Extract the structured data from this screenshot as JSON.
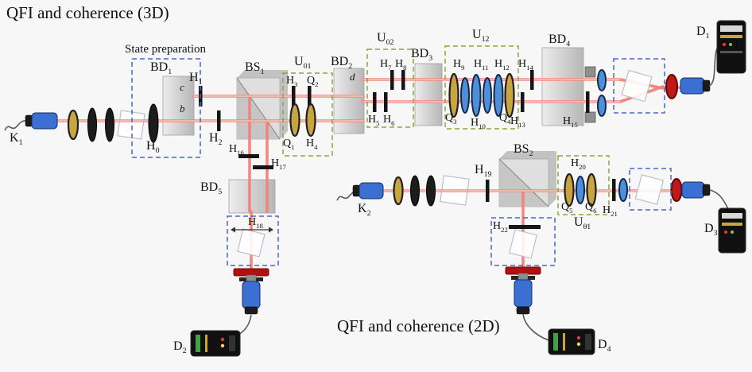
{
  "titles": {
    "top": "QFI and coherence (3D)",
    "bottom": "QFI and coherence (2D)"
  },
  "labels": {
    "state_preparation": "State preparation",
    "port_c": "c",
    "port_b": "b",
    "port_d": "d",
    "k1": {
      "base": "K",
      "sub": "1"
    },
    "k2": {
      "base": "K",
      "sub": "2"
    },
    "d1": {
      "base": "D",
      "sub": "1"
    },
    "d2": {
      "base": "D",
      "sub": "2"
    },
    "d3": {
      "base": "D",
      "sub": "3"
    },
    "d4": {
      "base": "D",
      "sub": "4"
    },
    "bd1": {
      "base": "BD",
      "sub": "1"
    },
    "bd2": {
      "base": "BD",
      "sub": "2"
    },
    "bd3": {
      "base": "BD",
      "sub": "3"
    },
    "bd4": {
      "base": "BD",
      "sub": "4"
    },
    "bd5": {
      "base": "BD",
      "sub": "5"
    },
    "bs1": {
      "base": "BS",
      "sub": "1"
    },
    "bs2": {
      "base": "BS",
      "sub": "2"
    },
    "u01": {
      "base": "U",
      "sub": "01"
    },
    "u02": {
      "base": "U",
      "sub": "02"
    },
    "u12": {
      "base": "U",
      "sub": "12"
    },
    "utheta1": {
      "base": "U",
      "sub": "θ1"
    },
    "h0": {
      "base": "H",
      "sub": "0"
    },
    "h1": {
      "base": "H",
      "sub": "1"
    },
    "h2": {
      "base": "H",
      "sub": "2"
    },
    "h3": {
      "base": "H",
      "sub": "3"
    },
    "h4": {
      "base": "H",
      "sub": "4"
    },
    "h5": {
      "base": "H",
      "sub": "5"
    },
    "h6": {
      "base": "H",
      "sub": "6"
    },
    "h7": {
      "base": "H",
      "sub": "7"
    },
    "h8": {
      "base": "H",
      "sub": "8"
    },
    "h9": {
      "base": "H",
      "sub": "9"
    },
    "h10": {
      "base": "H",
      "sub": "10"
    },
    "h11": {
      "base": "H",
      "sub": "11"
    },
    "h12": {
      "base": "H",
      "sub": "12"
    },
    "h13": {
      "base": "H",
      "sub": "13"
    },
    "h14": {
      "base": "H",
      "sub": "14"
    },
    "h15": {
      "base": "H",
      "sub": "15"
    },
    "h16": {
      "base": "H",
      "sub": "16"
    },
    "h17": {
      "base": "H",
      "sub": "17"
    },
    "h18": {
      "base": "H",
      "sub": "18"
    },
    "h19": {
      "base": "H",
      "sub": "19"
    },
    "h20": {
      "base": "H",
      "sub": "20"
    },
    "h21": {
      "base": "H",
      "sub": "21"
    },
    "h22": {
      "base": "H",
      "sub": "22"
    },
    "q1": {
      "base": "Q",
      "sub": "1"
    },
    "q2": {
      "base": "Q",
      "sub": "2"
    },
    "q3": {
      "base": "Q",
      "sub": "3"
    },
    "q4": {
      "base": "Q",
      "sub": "4"
    },
    "q5": {
      "base": "Q",
      "sub": "5"
    },
    "q6": {
      "base": "Q",
      "sub": "6"
    }
  },
  "colors": {
    "background": "#f7f7f7",
    "label_text": "#111111",
    "beam": "#f2827a",
    "beam_core": "#fcd3cf",
    "gold": "#c9a53f",
    "blue_lens": "#4f8fd9",
    "dashed_blue": "#4a66c8",
    "dashed_green": "#8aa73c",
    "filter_red": "#c01818",
    "coupler_blue": "#3b6fd2"
  }
}
